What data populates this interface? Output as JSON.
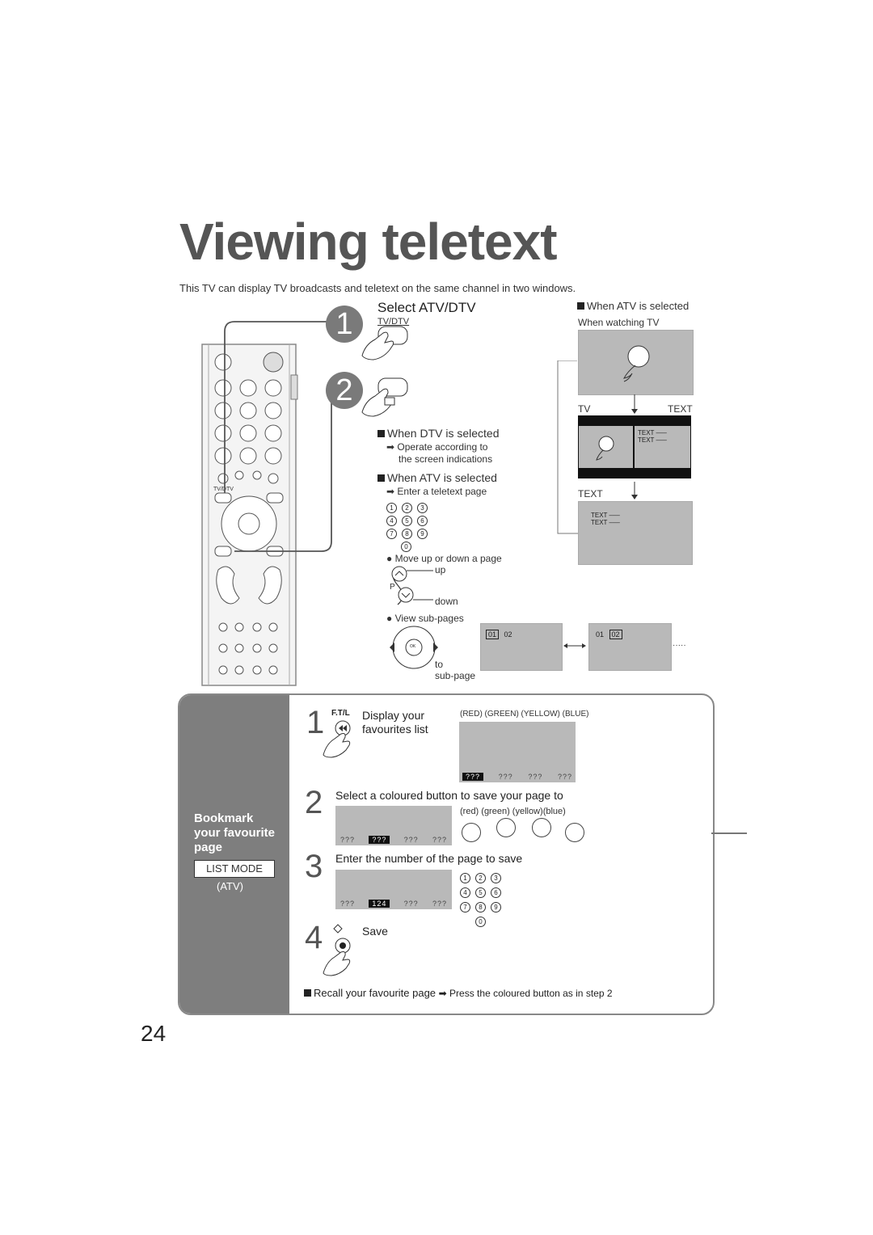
{
  "page": {
    "title": "Viewing teletext",
    "intro": "This TV can display TV broadcasts and teletext on the same channel in two windows.",
    "page_number": "24"
  },
  "steps_top": {
    "step1_num": "1",
    "step2_num": "2",
    "select_title": "Select ATV/DTV",
    "tvdtv_label": "TV/DTV",
    "dtv_heading": "When DTV is selected",
    "dtv_note1": "Operate according to",
    "dtv_note2": "the screen indications",
    "atv_heading": "When ATV is selected",
    "atv_note": "Enter a teletext page",
    "move_page": "Move up or down a page",
    "up": "up",
    "down": "down",
    "p_label": "P",
    "view_sub": "View sub-pages",
    "to": "to",
    "sub_page": "sub-page",
    "ok": "OK",
    "sub1_a": "01",
    "sub1_b": "02",
    "sub2_a": "01",
    "sub2_b": "02",
    "dots": "·····",
    "digits": [
      "1",
      "2",
      "3",
      "4",
      "5",
      "6",
      "7",
      "8",
      "9",
      "0"
    ]
  },
  "right_column": {
    "heading": "When ATV is selected",
    "watching": "When watching TV",
    "tv": "TV",
    "text": "TEXT",
    "text2": "TEXT",
    "text_line1": "TEXT –––",
    "text_line2": "TEXT –––"
  },
  "remote": {
    "tvdtv": "TV/DTV"
  },
  "bookmark": {
    "title_l1": "Bookmark",
    "title_l2": "your favourite",
    "title_l3": "page",
    "list_mode": "LIST MODE",
    "atv": "(ATV)",
    "s1_num": "1",
    "s1_key": "F.T/L",
    "s1_text1": "Display your",
    "s1_text2": "favourites list",
    "colours_label": "(RED) (GREEN) (YELLOW) (BLUE)",
    "fav_slots": [
      "???",
      "???",
      "???",
      "???"
    ],
    "s2_num": "2",
    "s2_text": "Select a coloured button to save your page to",
    "colour_names": "(red)  (green) (yellow)(blue)",
    "s2_slots": [
      "???",
      "???",
      "???",
      "???"
    ],
    "s3_num": "3",
    "s3_text": "Enter the number of the page to save",
    "s3_slots": [
      "???",
      "124",
      "???",
      "???"
    ],
    "s4_num": "4",
    "s4_text": "Save",
    "recall_label": "Recall your favourite page",
    "recall_text": "Press the coloured button as in step 2"
  }
}
